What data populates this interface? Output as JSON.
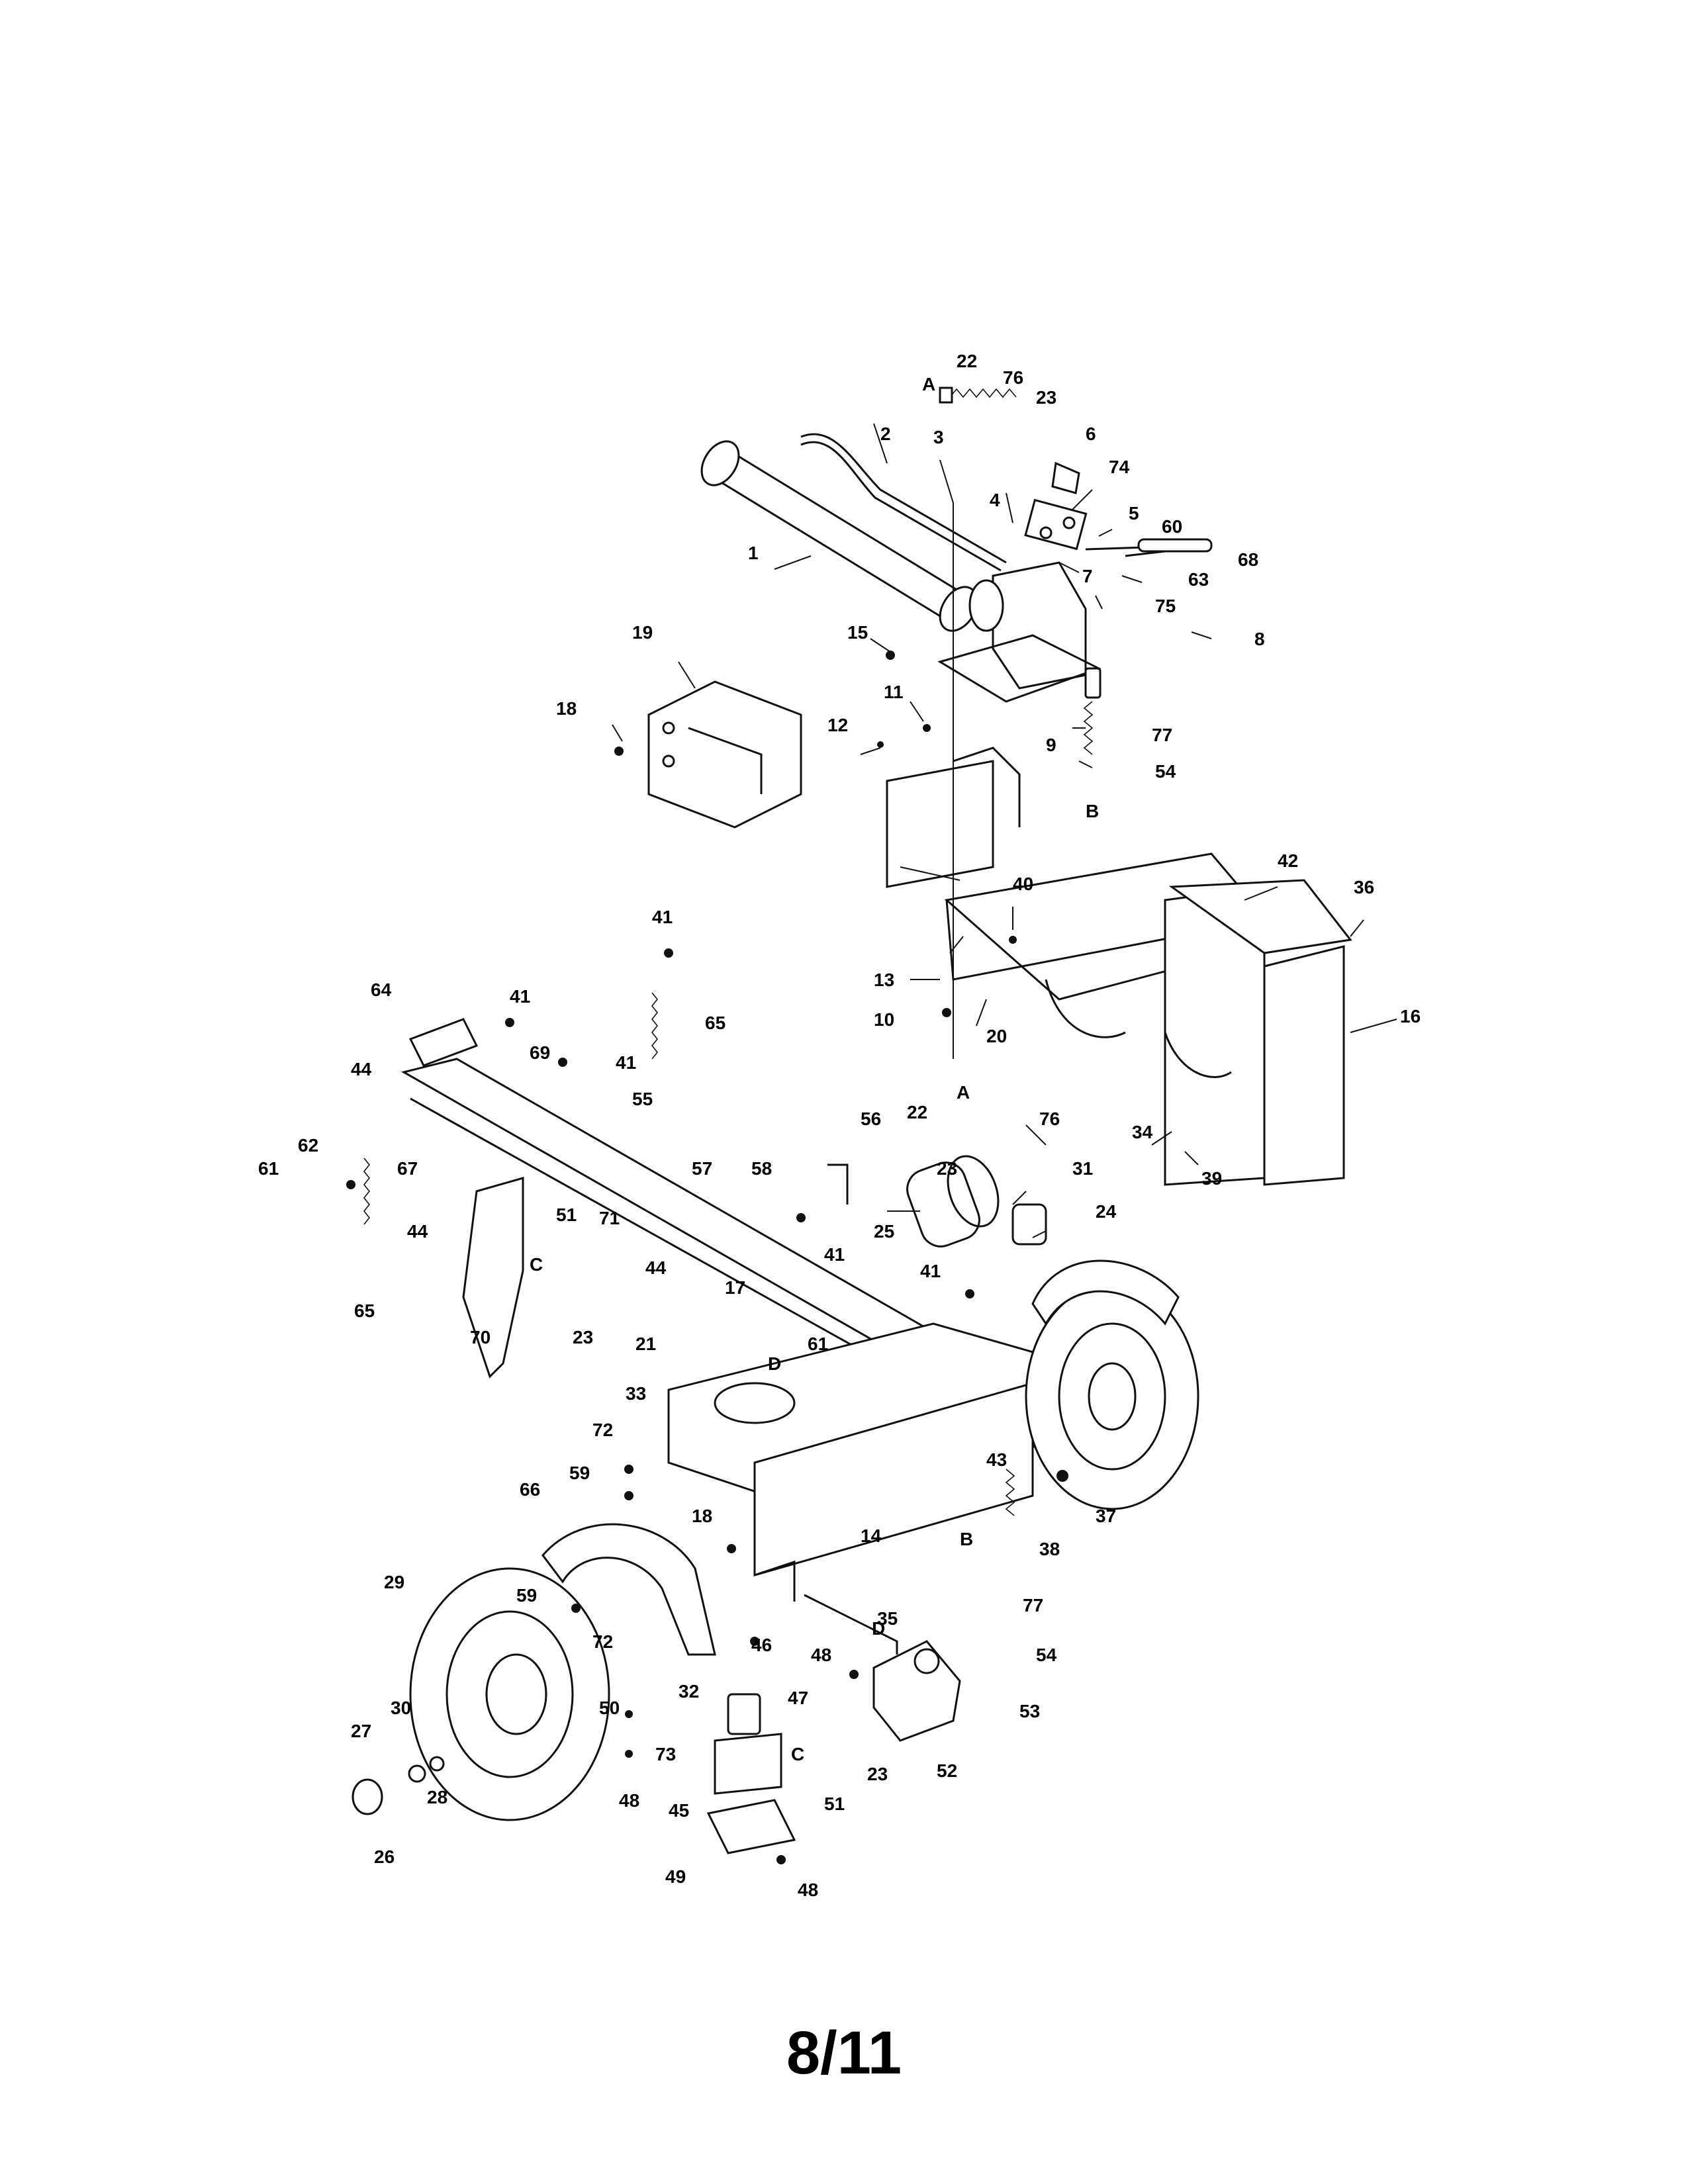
{
  "page": {
    "number_label": "8/11"
  },
  "callouts": [
    {
      "id": "c22a",
      "text": "22"
    },
    {
      "id": "c76a",
      "text": "76"
    },
    {
      "id": "cA1",
      "text": "A"
    },
    {
      "id": "c23a",
      "text": "23"
    },
    {
      "id": "c6",
      "text": "6"
    },
    {
      "id": "c2",
      "text": "2"
    },
    {
      "id": "c3",
      "text": "3"
    },
    {
      "id": "c74",
      "text": "74"
    },
    {
      "id": "c4",
      "text": "4"
    },
    {
      "id": "c5",
      "text": "5"
    },
    {
      "id": "c1",
      "text": "1"
    },
    {
      "id": "c60",
      "text": "60"
    },
    {
      "id": "c68",
      "text": "68"
    },
    {
      "id": "c63",
      "text": "63"
    },
    {
      "id": "c7",
      "text": "7"
    },
    {
      "id": "c75",
      "text": "75"
    },
    {
      "id": "c15",
      "text": "15"
    },
    {
      "id": "c8",
      "text": "8"
    },
    {
      "id": "c19",
      "text": "19"
    },
    {
      "id": "c11",
      "text": "11"
    },
    {
      "id": "c18a",
      "text": "18"
    },
    {
      "id": "c12",
      "text": "12"
    },
    {
      "id": "c9",
      "text": "9"
    },
    {
      "id": "c77a",
      "text": "77"
    },
    {
      "id": "c54a",
      "text": "54"
    },
    {
      "id": "cB1",
      "text": "B"
    },
    {
      "id": "c42",
      "text": "42"
    },
    {
      "id": "c36",
      "text": "36"
    },
    {
      "id": "c40",
      "text": "40"
    },
    {
      "id": "c41a",
      "text": "41"
    },
    {
      "id": "c13",
      "text": "13"
    },
    {
      "id": "c16",
      "text": "16"
    },
    {
      "id": "c64",
      "text": "64"
    },
    {
      "id": "c41b",
      "text": "41"
    },
    {
      "id": "c65a",
      "text": "65"
    },
    {
      "id": "c10",
      "text": "10"
    },
    {
      "id": "c20",
      "text": "20"
    },
    {
      "id": "c69",
      "text": "69"
    },
    {
      "id": "c44a",
      "text": "44"
    },
    {
      "id": "c41c",
      "text": "41"
    },
    {
      "id": "c55",
      "text": "55"
    },
    {
      "id": "cA2",
      "text": "A"
    },
    {
      "id": "c22b",
      "text": "22"
    },
    {
      "id": "c76b",
      "text": "76"
    },
    {
      "id": "c56",
      "text": "56"
    },
    {
      "id": "c34",
      "text": "34"
    },
    {
      "id": "c62",
      "text": "62"
    },
    {
      "id": "c61a",
      "text": "61"
    },
    {
      "id": "c67",
      "text": "67"
    },
    {
      "id": "c58",
      "text": "58"
    },
    {
      "id": "c57",
      "text": "57"
    },
    {
      "id": "c23b",
      "text": "23"
    },
    {
      "id": "c31",
      "text": "31"
    },
    {
      "id": "c39",
      "text": "39"
    },
    {
      "id": "c44b",
      "text": "44"
    },
    {
      "id": "c51a",
      "text": "51"
    },
    {
      "id": "c71",
      "text": "71"
    },
    {
      "id": "c25",
      "text": "25"
    },
    {
      "id": "c24",
      "text": "24"
    },
    {
      "id": "cC1",
      "text": "C"
    },
    {
      "id": "c41d",
      "text": "41"
    },
    {
      "id": "c44c",
      "text": "44"
    },
    {
      "id": "c65b",
      "text": "65"
    },
    {
      "id": "c41e",
      "text": "41"
    },
    {
      "id": "c17",
      "text": "17"
    },
    {
      "id": "c70",
      "text": "70"
    },
    {
      "id": "c23c",
      "text": "23"
    },
    {
      "id": "c21",
      "text": "21"
    },
    {
      "id": "c61b",
      "text": "61"
    },
    {
      "id": "cD1",
      "text": "D"
    },
    {
      "id": "c33",
      "text": "33"
    },
    {
      "id": "c72a",
      "text": "72"
    },
    {
      "id": "c43",
      "text": "43"
    },
    {
      "id": "c59a",
      "text": "59"
    },
    {
      "id": "c66",
      "text": "66"
    },
    {
      "id": "c37",
      "text": "37"
    },
    {
      "id": "c18b",
      "text": "18"
    },
    {
      "id": "c14",
      "text": "14"
    },
    {
      "id": "cB2",
      "text": "B"
    },
    {
      "id": "c38",
      "text": "38"
    },
    {
      "id": "c29",
      "text": "29"
    },
    {
      "id": "c59b",
      "text": "59"
    },
    {
      "id": "c35",
      "text": "35"
    },
    {
      "id": "c77b",
      "text": "77"
    },
    {
      "id": "c72b",
      "text": "72"
    },
    {
      "id": "cD2",
      "text": "D"
    },
    {
      "id": "c54b",
      "text": "54"
    },
    {
      "id": "c46",
      "text": "46"
    },
    {
      "id": "c48a",
      "text": "48"
    },
    {
      "id": "c30",
      "text": "30"
    },
    {
      "id": "c32",
      "text": "32"
    },
    {
      "id": "c47",
      "text": "47"
    },
    {
      "id": "c53",
      "text": "53"
    },
    {
      "id": "c50",
      "text": "50"
    },
    {
      "id": "c27",
      "text": "27"
    },
    {
      "id": "c73",
      "text": "73"
    },
    {
      "id": "cC2",
      "text": "C"
    },
    {
      "id": "c23d",
      "text": "23"
    },
    {
      "id": "c52",
      "text": "52"
    },
    {
      "id": "c28",
      "text": "28"
    },
    {
      "id": "c48b",
      "text": "48"
    },
    {
      "id": "c45",
      "text": "45"
    },
    {
      "id": "c51b",
      "text": "51"
    },
    {
      "id": "c26",
      "text": "26"
    },
    {
      "id": "c49",
      "text": "49"
    },
    {
      "id": "c48c",
      "text": "48"
    }
  ]
}
